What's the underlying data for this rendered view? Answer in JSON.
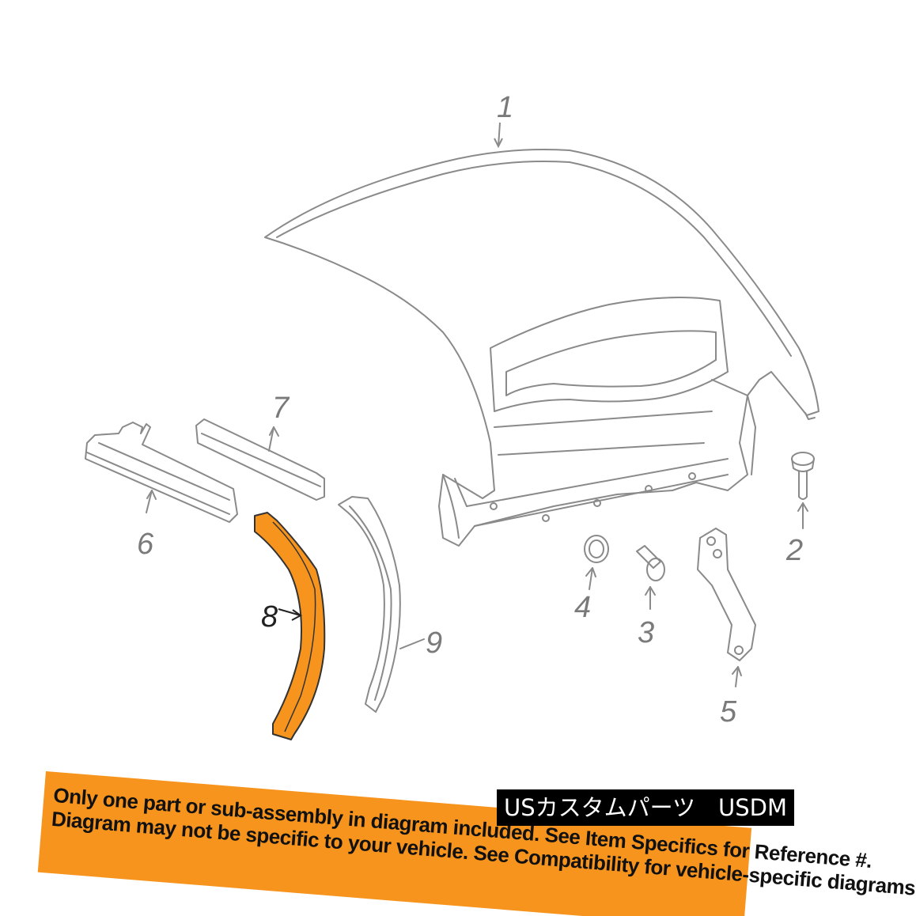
{
  "diagram": {
    "callouts": [
      {
        "id": "1",
        "label": "1"
      },
      {
        "id": "2",
        "label": "2"
      },
      {
        "id": "3",
        "label": "3"
      },
      {
        "id": "4",
        "label": "4"
      },
      {
        "id": "5",
        "label": "5"
      },
      {
        "id": "6",
        "label": "6"
      },
      {
        "id": "7",
        "label": "7"
      },
      {
        "id": "8",
        "label": "8"
      },
      {
        "id": "9",
        "label": "9"
      }
    ],
    "highlighted_part": "8",
    "highlight_color": "#f7941d",
    "line_color": "#8a8a8a"
  },
  "banner": {
    "line1": "Only one part or sub-assembly in diagram included. See Item Specifics for Reference #.",
    "line2": "Diagram may not be specific to your vehicle. See Compatibility for vehicle-specific diagrams.",
    "color": "#f7941d"
  },
  "watermark": {
    "text": "USカスタムパーツ　USDM"
  }
}
